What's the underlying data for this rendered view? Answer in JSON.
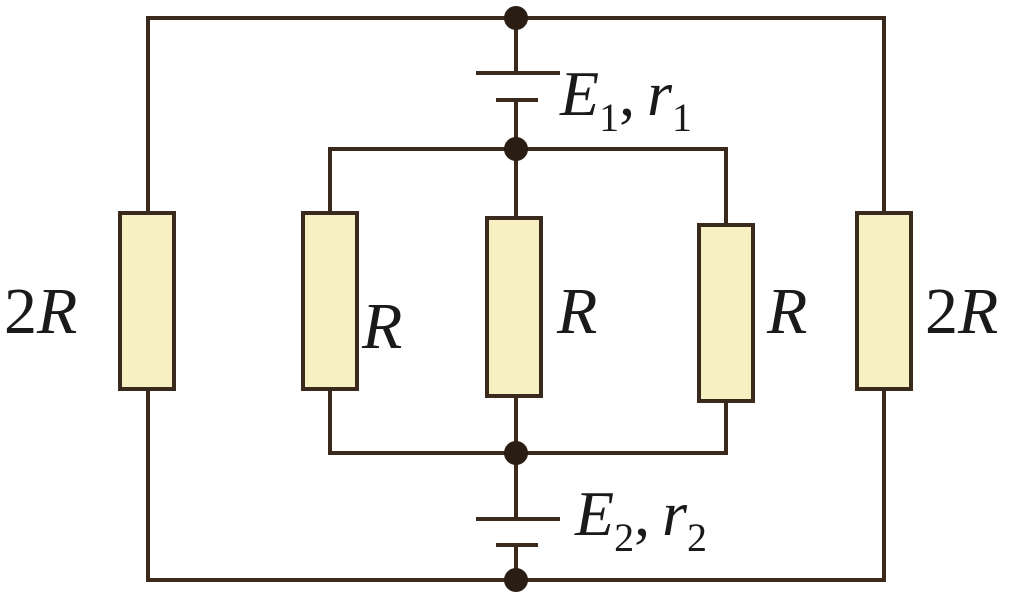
{
  "labels": {
    "left_resistor": {
      "coef": "2",
      "sym": "R"
    },
    "right_resistor": {
      "coef": "2",
      "sym": "R"
    },
    "inner_left_resistor": "R",
    "inner_middle_resistor": "R",
    "inner_right_resistor": "R",
    "battery_top": {
      "emf": "E",
      "emf_sub": "1",
      "sep": ",",
      "res": "r",
      "res_sub": "1"
    },
    "battery_bottom": {
      "emf": "E",
      "emf_sub": "2",
      "sep": ",",
      "res": "r",
      "res_sub": "2"
    }
  },
  "colors": {
    "wire": "#3a2a1e",
    "resistor_fill": "#f6f0c2",
    "node": "#2a1d14"
  }
}
